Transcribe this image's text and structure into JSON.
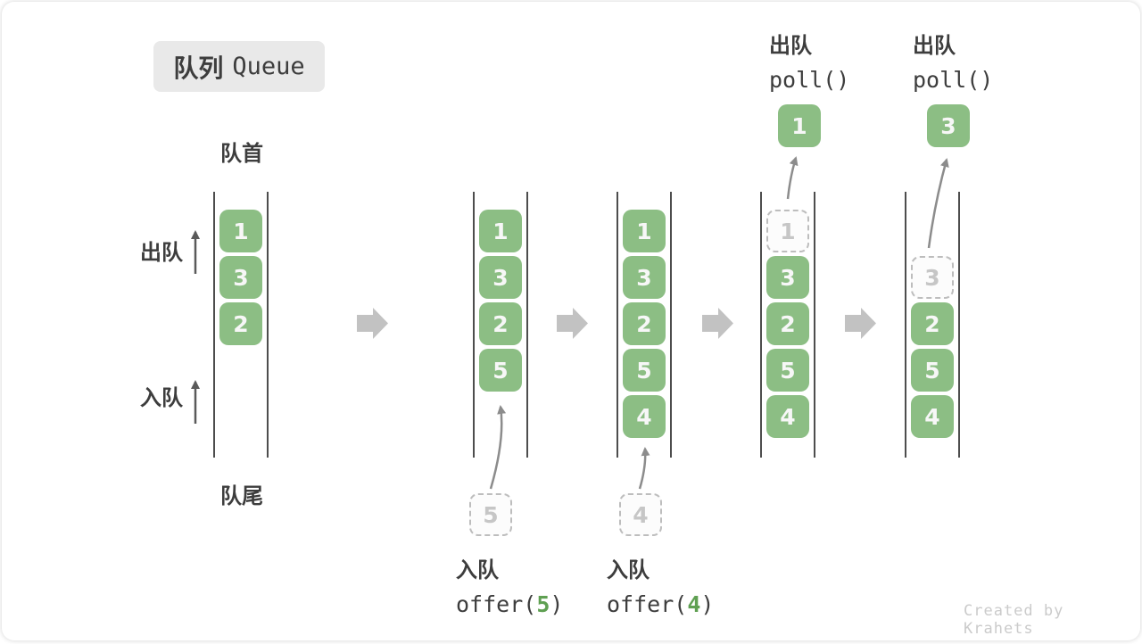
{
  "title": {
    "cn": "队列",
    "en": "Queue"
  },
  "side_labels": {
    "front": "队首",
    "rear": "队尾",
    "dequeue": "出队",
    "enqueue": "入队"
  },
  "colors": {
    "box_green": "#8CBE84",
    "arg_green": "#5FA052",
    "text_dark": "#3D3D3D",
    "ghost_gray": "#C6C6C6",
    "block_arrow_gray": "#C2C2C2"
  },
  "states": [
    {
      "name": "initial",
      "cells": [
        "1",
        "3",
        "2"
      ]
    },
    {
      "name": "after-offer-5",
      "cells": [
        "1",
        "3",
        "2",
        "5"
      ],
      "incoming": "5",
      "operation": {
        "action": "入队",
        "code_before": "offer(",
        "arg": "5",
        "code_after": ")"
      }
    },
    {
      "name": "after-offer-4",
      "cells": [
        "1",
        "3",
        "2",
        "5",
        "4"
      ],
      "incoming": "4",
      "operation": {
        "action": "入队",
        "code_before": "offer(",
        "arg": "4",
        "code_after": ")"
      }
    },
    {
      "name": "after-poll-1",
      "removed": "1",
      "cells": [
        "3",
        "2",
        "5",
        "4"
      ],
      "outgoing": "1",
      "operation": {
        "action": "出队",
        "code": "poll()"
      }
    },
    {
      "name": "after-poll-3",
      "removed": "3",
      "cells": [
        "2",
        "5",
        "4"
      ],
      "outgoing": "3",
      "operation": {
        "action": "出队",
        "code": "poll()"
      }
    }
  ],
  "watermark": "Created by Krahets"
}
